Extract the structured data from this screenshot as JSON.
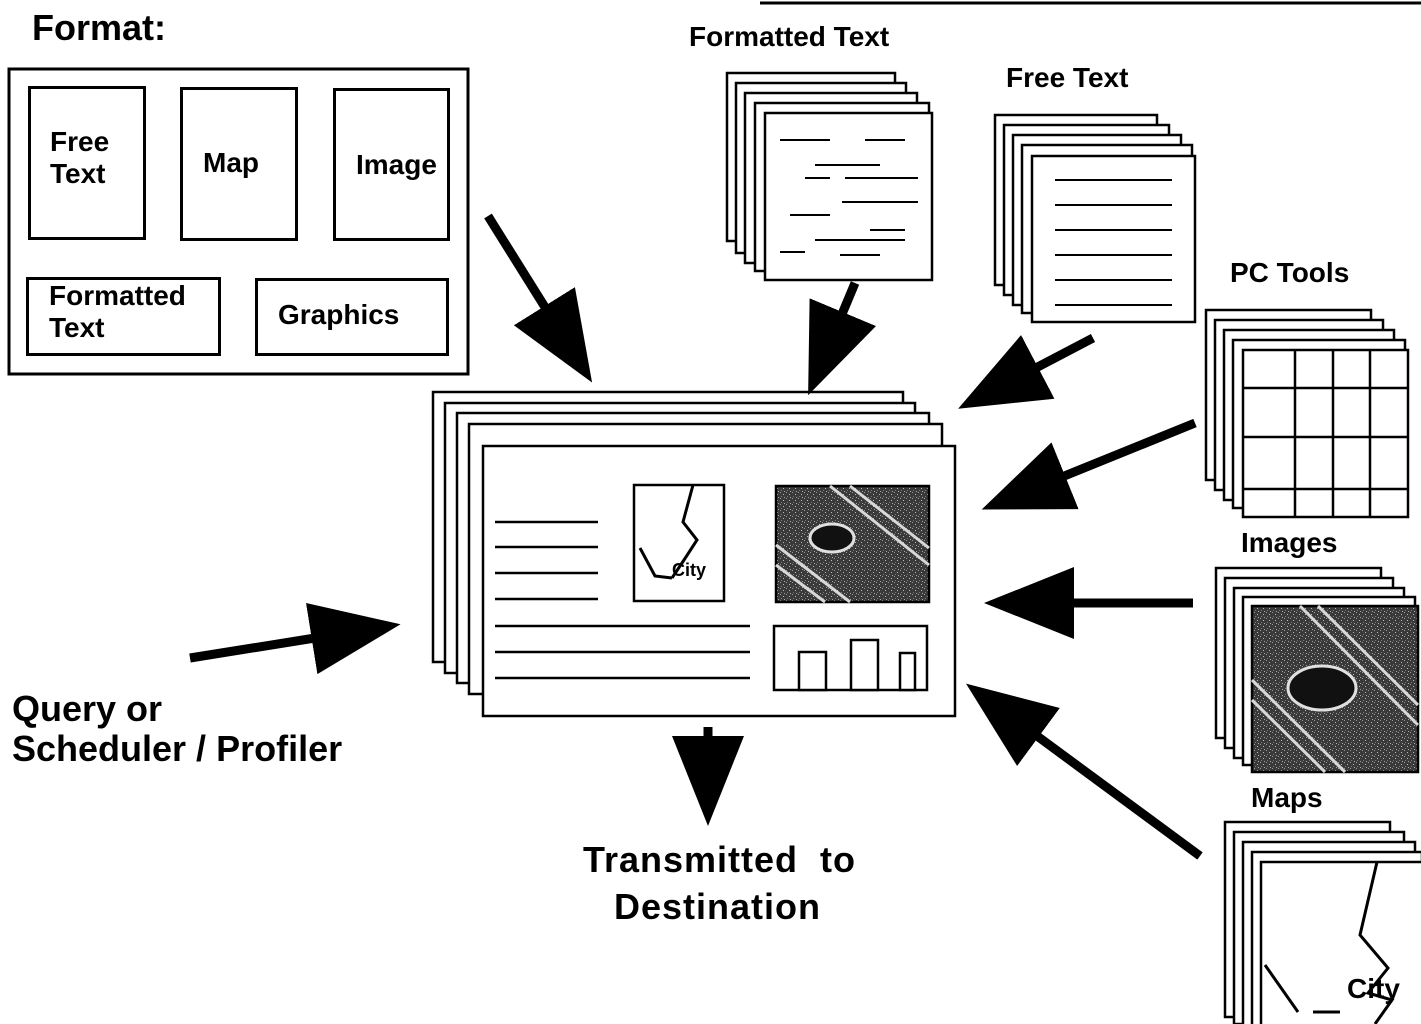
{
  "format": {
    "title": "Format:",
    "boxes": {
      "free_text": "Free\nText",
      "map": "Map",
      "image": "Image",
      "formatted_text": "Formatted\nText",
      "graphics": "Graphics"
    }
  },
  "sources": {
    "formatted_text": "Formatted Text",
    "free_text": "Free Text",
    "pc_tools": "PC Tools",
    "images": "Images",
    "maps": "Maps"
  },
  "query_label_line1": "Query or",
  "query_label_line2": "Scheduler / Profiler",
  "output_label_line1": "Transmitted  to",
  "output_label_line2": "Destination",
  "map_city_label": "City",
  "colors": {
    "ink": "#000000",
    "paper": "#ffffff",
    "image_gray": "#3c3c3c"
  }
}
